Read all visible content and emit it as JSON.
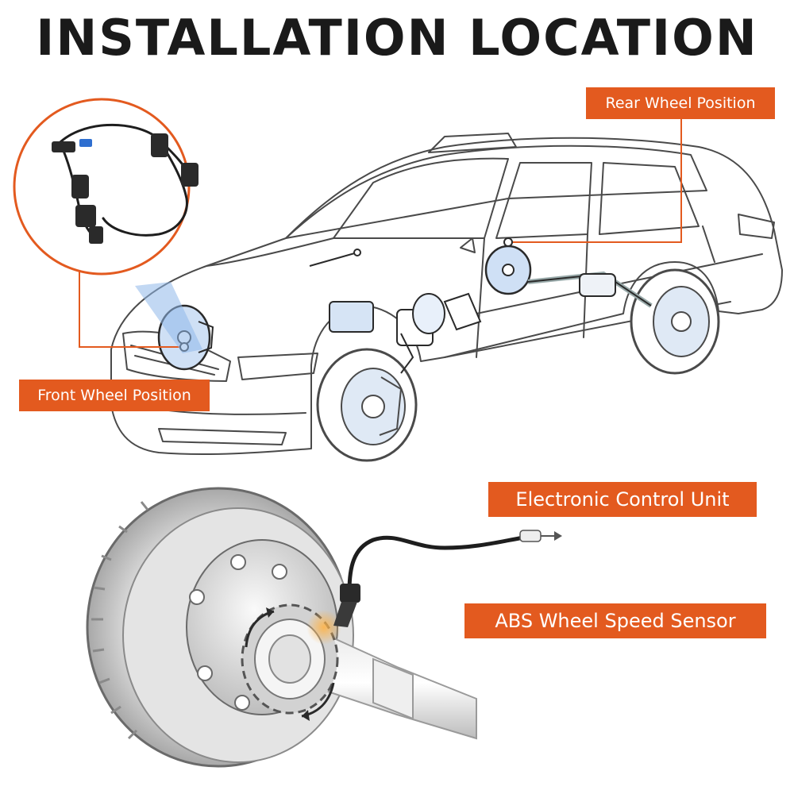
{
  "title": "INSTALLATION LOCATION",
  "labels": {
    "rear_wheel": "Rear Wheel Position",
    "front_wheel": "Front Wheel Position",
    "ecu": "Electronic Control Unit",
    "abs_sensor": "ABS Wheel Speed Sensor"
  },
  "colors": {
    "accent": "#e35a1f",
    "title": "#1a1a1a",
    "line_art": "#4a4a4a",
    "highlight_blue": "#3a7bd5"
  }
}
